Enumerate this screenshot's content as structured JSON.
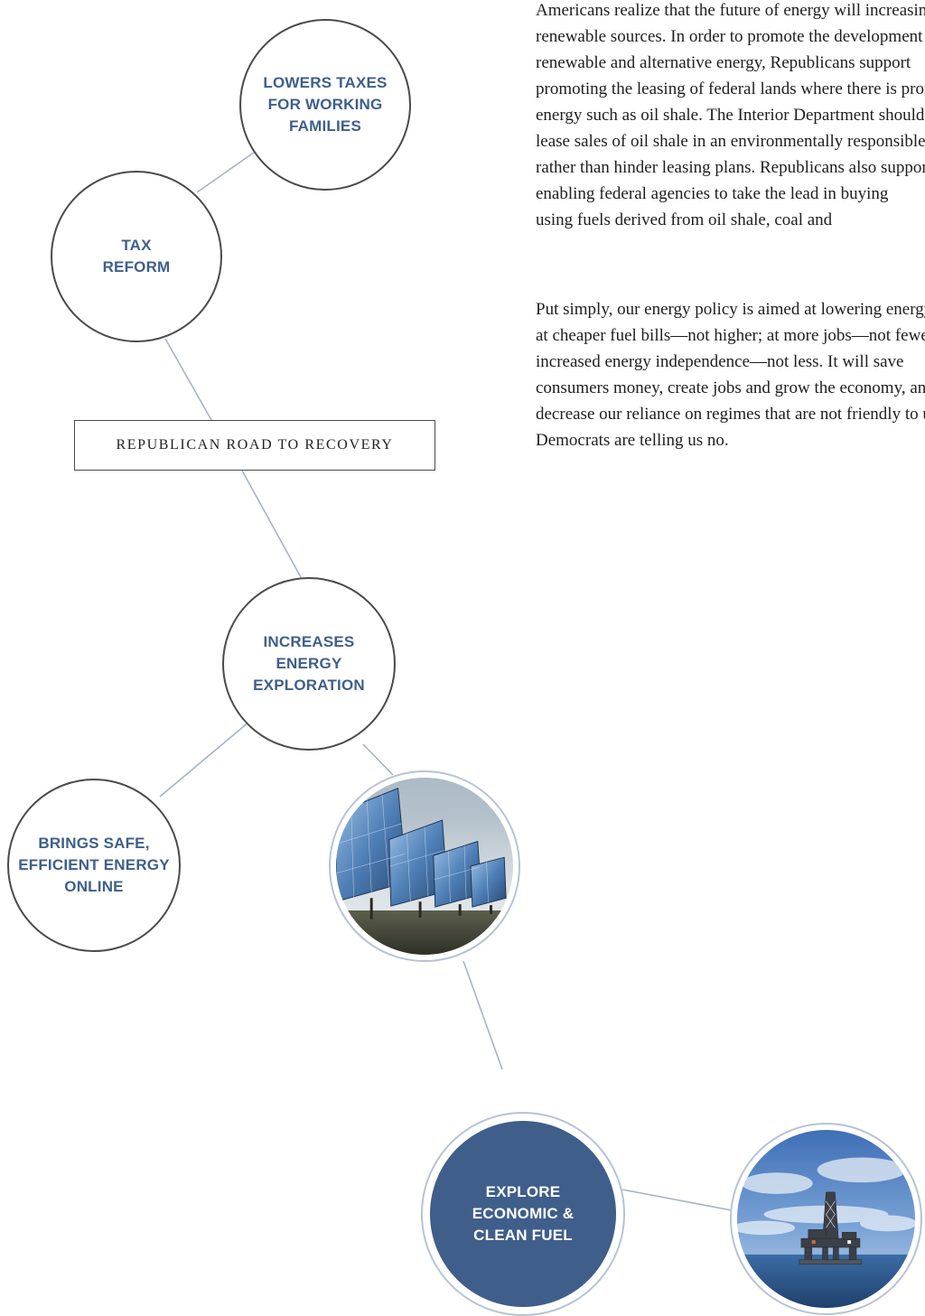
{
  "diagram": {
    "title": "REPUBLICAN ROAD TO RECOVERY",
    "nodes": {
      "lowers_taxes": [
        "LOWERS TAXES",
        "FOR WORKING",
        "FAMILIES"
      ],
      "tax_reform": [
        "TAX",
        "REFORM"
      ],
      "increases_exploration": [
        "INCREASES",
        "ENERGY",
        "EXPLORATION"
      ],
      "brings_safe": [
        "BRINGS SAFE,",
        "EFFICIENT ENERGY",
        "ONLINE"
      ],
      "explore_fuel": [
        "EXPLORE",
        "ECONOMIC &",
        "CLEAN FUEL"
      ]
    },
    "images": {
      "solar": "solar-panels-photo",
      "rig": "offshore-oil-rig-photo"
    },
    "colors": {
      "accent_blue": "#3f5e8a",
      "label_blue": "#3e5f8a",
      "connector": "#a7b3c4"
    }
  },
  "body_text": {
    "paragraph_1": [
      "Americans realize that the future of energy will increasingly come from",
      "renewable sources. In order to promote the development of",
      "renewable and alternative energy, Republicans support",
      "promoting the leasing of federal lands where there is promise for",
      "energy such as oil shale. The Interior Department should move forward with",
      "lease sales of oil shale in an environmentally responsible manner",
      "rather than hinder leasing plans. Republicans also support",
      "enabling federal agencies to take the lead in buying",
      "using fuels derived from oil shale, coal and"
    ],
    "paragraph_2": [
      "Put simply, our energy policy is aimed at lowering energy prices—",
      "at cheaper fuel bills—not higher; at more jobs—not fewer;",
      "increased energy independence—not less. It will save",
      "consumers money, create jobs and grow the economy, and",
      "decrease our reliance on regimes that are not friendly to us. Yet",
      "Democrats are telling us no."
    ]
  }
}
